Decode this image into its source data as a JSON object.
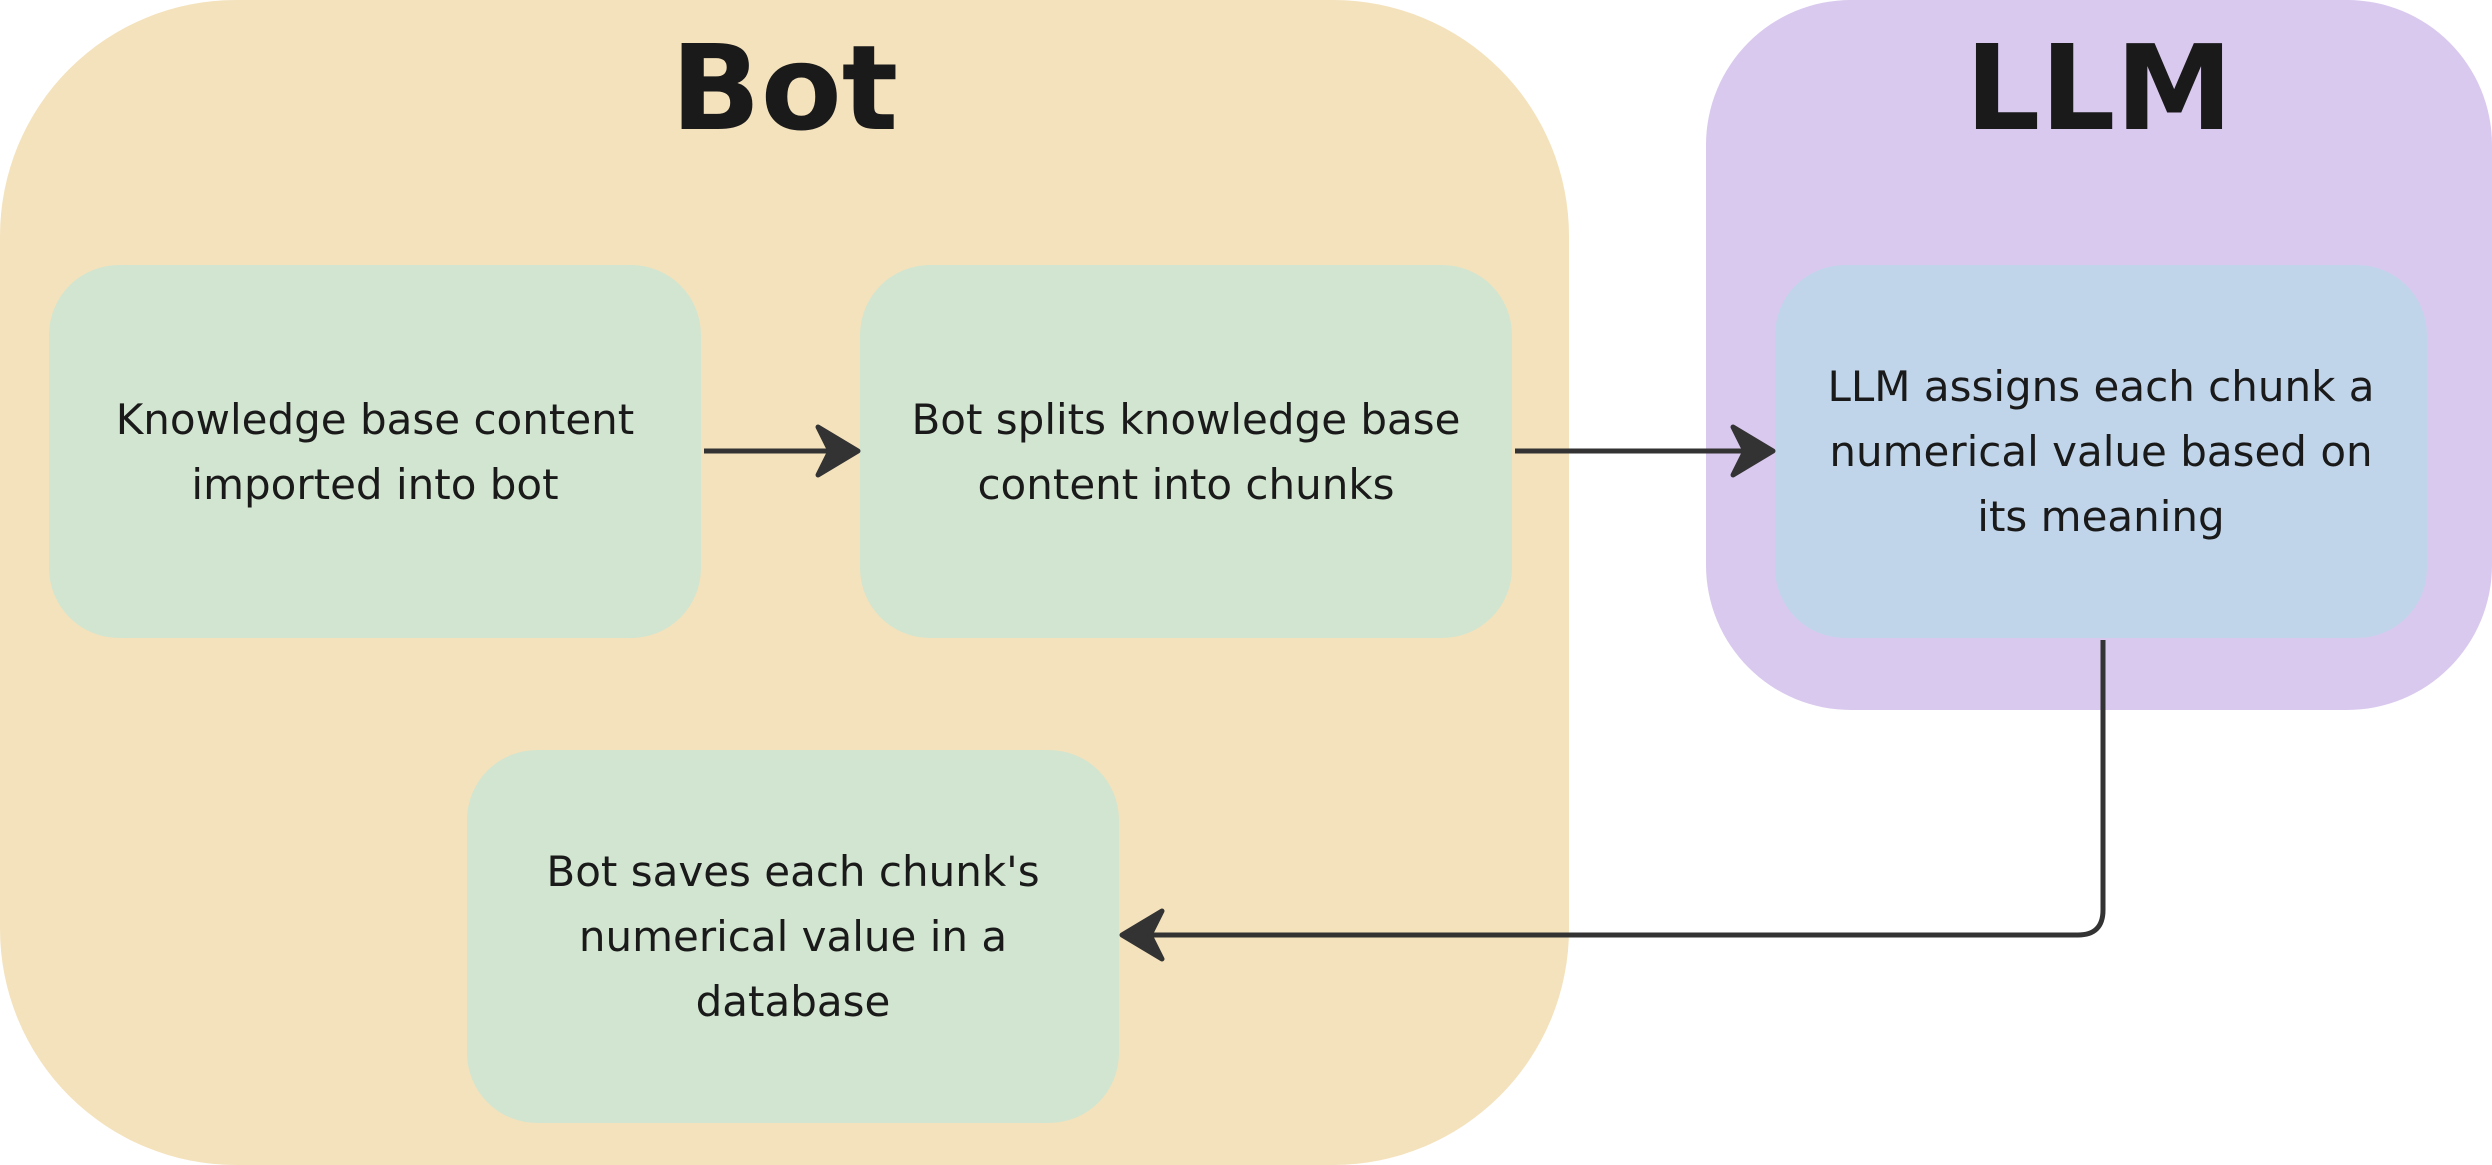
{
  "groups": {
    "bot": {
      "title": "Bot",
      "color": "#f4e2bc"
    },
    "llm": {
      "title": "LLM",
      "color": "#d9c9ee"
    }
  },
  "steps": {
    "import": "Knowledge base content imported into bot",
    "split": "Bot splits knowledge base content into chunks",
    "assign": "LLM assigns each chunk a numerical value based on its meaning",
    "save": "Bot saves each chunk's numerical value in a database"
  },
  "colors": {
    "step_green": "#d2e5d0",
    "step_blue": "#c1d5ea",
    "connector": "#333333"
  }
}
